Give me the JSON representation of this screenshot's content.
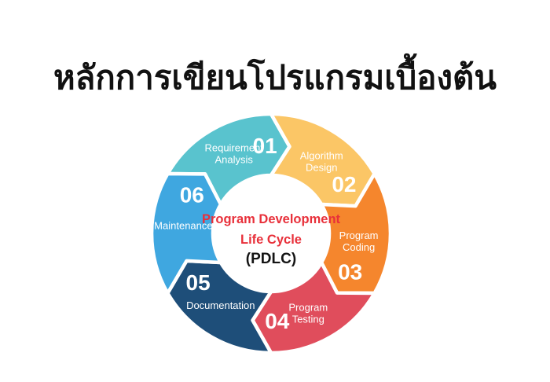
{
  "page": {
    "background_color": "#ffffff"
  },
  "title": {
    "text": "หลักการเขียนโปรแกรมเบื้องต้น",
    "color": "#111111"
  },
  "diagram": {
    "name": "Program Development Life Cycle",
    "center_text": {
      "line1": "Program Development",
      "line2": "Life Cycle",
      "line3": "(PDLC)",
      "line1_color": "#e8303a",
      "line2_color": "#e8303a",
      "line3_color": "#141414"
    },
    "text_color": "#ffffff",
    "segments": [
      {
        "number": "01",
        "label": "Requirement Analysis",
        "label_lines": [
          "Requirement",
          "Analysis"
        ],
        "color": "#59c3ce"
      },
      {
        "number": "02",
        "label": "Algorithm Design",
        "label_lines": [
          "Algorithm",
          "Design"
        ],
        "color": "#fbc666"
      },
      {
        "number": "03",
        "label": "Program Coding",
        "label_lines": [
          "Program",
          "Coding"
        ],
        "color": "#f5862d"
      },
      {
        "number": "04",
        "label": "Program Testing",
        "label_lines": [
          "Program",
          "Testing"
        ],
        "color": "#e04d5c"
      },
      {
        "number": "05",
        "label": "Documentation",
        "label_lines": [
          "Documentation"
        ],
        "color": "#1e4e79"
      },
      {
        "number": "06",
        "label": "Maintenance",
        "label_lines": [
          "Maintenance"
        ],
        "color": "#3fa7e0"
      }
    ]
  }
}
